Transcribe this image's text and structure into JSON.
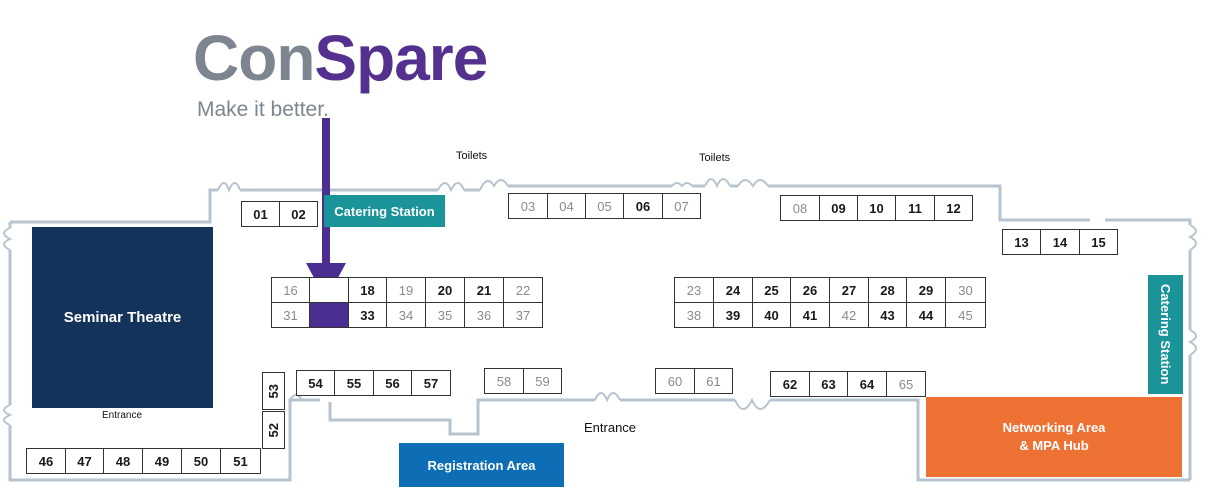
{
  "brand": {
    "logo_part1": "Con",
    "logo_part2": "Spare",
    "tagline": "Make it better.",
    "colors": {
      "grey": "#7d8690",
      "purple": "#55318f"
    }
  },
  "labels": {
    "toilets_1": "Toilets",
    "toilets_2": "Toilets",
    "entrance_seminar": "Entrance",
    "entrance_main": "Entrance"
  },
  "areas": {
    "seminar_theatre": "Seminar Theatre",
    "catering_top": "Catering Station",
    "catering_right": "Catering Station",
    "registration": "Registration Area",
    "networking_line1": "Networking Area",
    "networking_line2": "& MPA Hub"
  },
  "colors": {
    "seminar": "#14335a",
    "catering": "#1a9499",
    "registration": "#0d6db5",
    "networking": "#ee7134",
    "highlight": "#4b2e91",
    "walls": "#b7c4cf"
  },
  "booths": {
    "b01": "01",
    "b02": "02",
    "b03": "03",
    "b04": "04",
    "b05": "05",
    "b06": "06",
    "b07": "07",
    "b08": "08",
    "b09": "09",
    "b10": "10",
    "b11": "11",
    "b12": "12",
    "b13": "13",
    "b14": "14",
    "b15": "15",
    "b16": "16",
    "b18": "18",
    "b19": "19",
    "b20": "20",
    "b21": "21",
    "b22": "22",
    "b23": "23",
    "b24": "24",
    "b25": "25",
    "b26": "26",
    "b27": "27",
    "b28": "28",
    "b29": "29",
    "b30": "30",
    "b31": "31",
    "b33": "33",
    "b34": "34",
    "b35": "35",
    "b36": "36",
    "b37": "37",
    "b38": "38",
    "b39": "39",
    "b40": "40",
    "b41": "41",
    "b42": "42",
    "b43": "43",
    "b44": "44",
    "b45": "45",
    "b46": "46",
    "b47": "47",
    "b48": "48",
    "b49": "49",
    "b50": "50",
    "b51": "51",
    "b52": "52",
    "b53": "53",
    "b54": "54",
    "b55": "55",
    "b56": "56",
    "b57": "57",
    "b58": "58",
    "b59": "59",
    "b60": "60",
    "b61": "61",
    "b62": "62",
    "b63": "63",
    "b64": "64",
    "b65": "65"
  }
}
